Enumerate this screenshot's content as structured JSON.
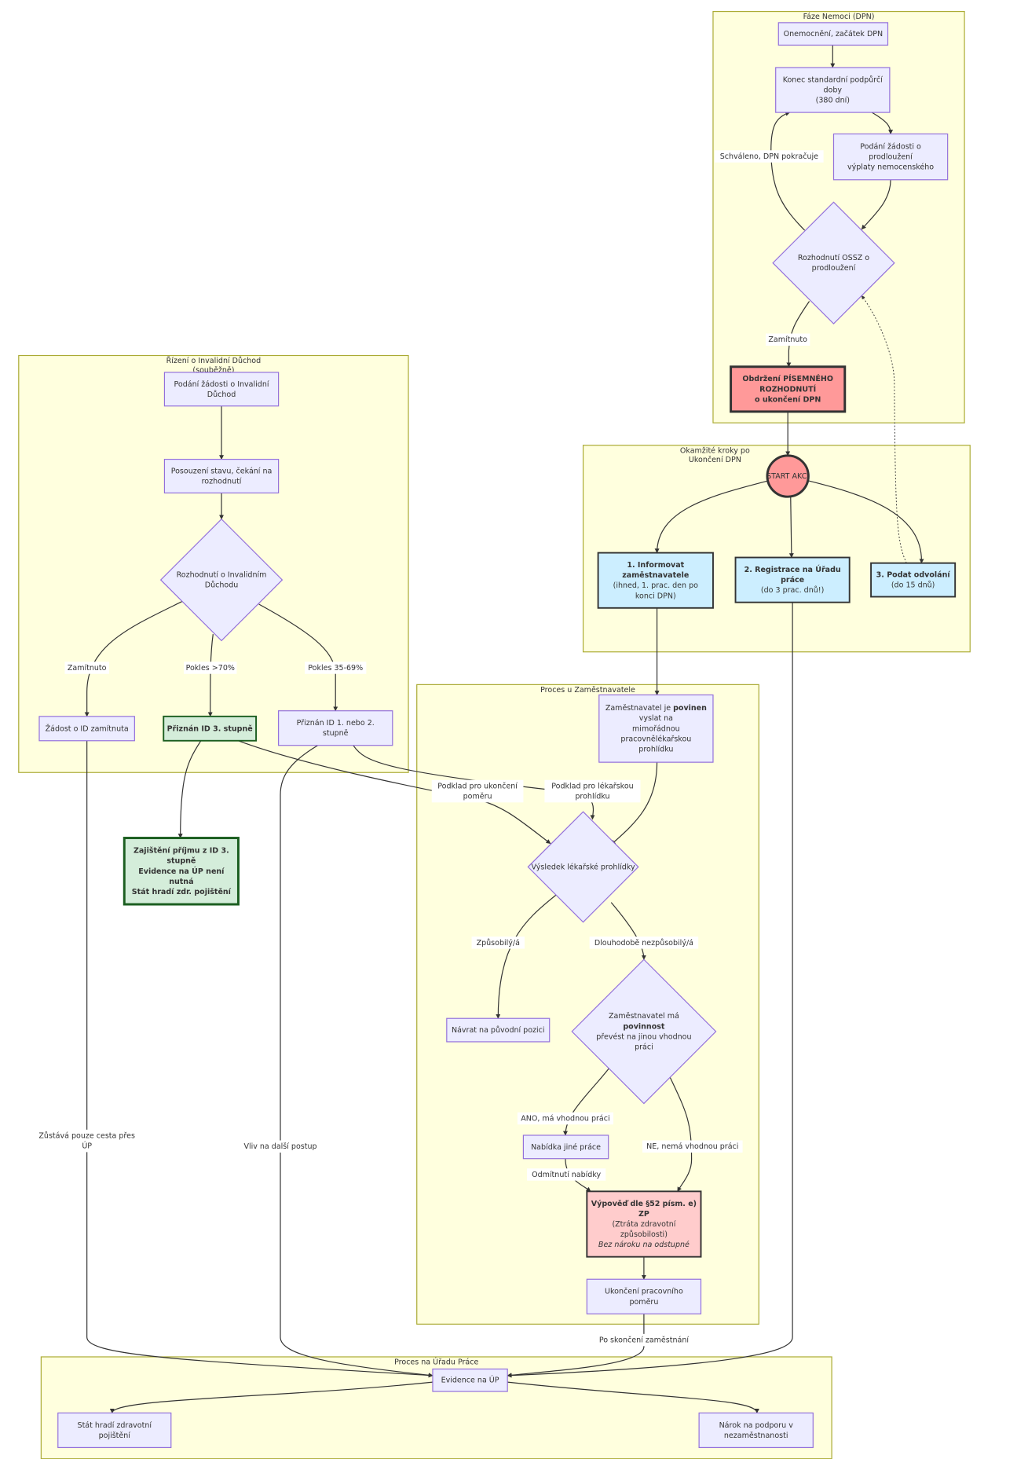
{
  "clusters": {
    "dpn": {
      "title": [
        "Fáze Nemoci (DPN)"
      ]
    },
    "steps": {
      "title": [
        "Okamžité kroky po",
        "Ukončení DPN"
      ]
    },
    "invalid": {
      "title": [
        "Řízení o Invalidní Důchod",
        "(souběžně)"
      ]
    },
    "employer": {
      "title": [
        "Proces u Zaměstnavatele"
      ]
    },
    "office": {
      "title": [
        "Proces na Úřadu Práce"
      ]
    }
  },
  "nodes": {
    "onset": {
      "lines": [
        "Onemocnění, začátek DPN"
      ]
    },
    "end_period": {
      "lines": [
        "Konec standardní podpůrčí",
        "doby",
        "(380 dní)"
      ]
    },
    "extension_request": {
      "lines": [
        "Podání žádosti o",
        "prodloužení",
        "výplaty nemocenského"
      ]
    },
    "ossz_decision": {
      "lines": [
        "Rozhodnutí OSSZ o",
        "prodloužení"
      ]
    },
    "written_decision": {
      "lines": [
        {
          "text": "Obdržení PÍSEMNÉHO",
          "style": "b"
        },
        {
          "text": "ROZHODNUTÍ",
          "style": "b"
        },
        {
          "text": "o ukončení DPN",
          "style": "b"
        }
      ]
    },
    "start": {
      "lines": [
        "START AKCÍ"
      ]
    },
    "step1": {
      "lines": [
        {
          "text": "1. Informovat",
          "style": "b"
        },
        {
          "text": "zaměstnavatele",
          "style": "b"
        },
        "(ihned, 1. prac. den po",
        "konci DPN)"
      ]
    },
    "step2": {
      "lines": [
        {
          "text": "2. Registrace na Úřadu",
          "style": "b"
        },
        {
          "text": "práce",
          "style": "b"
        },
        "(do 3 prac. dnů!)"
      ]
    },
    "step3": {
      "lines": [
        {
          "text": "3. Podat odvolání",
          "style": "b"
        },
        "(do 15 dnů)"
      ]
    },
    "id_apply": {
      "lines": [
        "Podání žádosti o Invalidní",
        "Důchod"
      ]
    },
    "id_assess": {
      "lines": [
        "Posouzení stavu, čekání na",
        "rozhodnutí"
      ]
    },
    "id_decision": {
      "lines": [
        "Rozhodnutí o Invalidním",
        "Důchodu"
      ]
    },
    "id_rejected": {
      "lines": [
        "Žádost o ID zamítnuta"
      ]
    },
    "id3": {
      "lines": [
        {
          "text": "Přiznán ID 3. stupně",
          "style": "b"
        }
      ]
    },
    "id12": {
      "lines": [
        "Přiznán ID 1. nebo 2.",
        "stupně"
      ]
    },
    "id3_income": {
      "lines": [
        {
          "text": "Zajištění příjmu z ID 3.",
          "style": "b"
        },
        {
          "text": "stupně",
          "style": "b"
        },
        {
          "text": "Evidence na ÚP není",
          "style": "b"
        },
        {
          "text": "nutná",
          "style": "b"
        },
        {
          "text": "Stát hradí zdr. pojištění",
          "style": "b"
        }
      ]
    },
    "employer_duty": {
      "lines": [
        [
          {
            "text": "Zaměstnavatel je "
          },
          {
            "text": "povinen",
            "style": "b"
          }
        ],
        "vyslat na",
        "mimořádnou",
        "pracovnělékařskou",
        "prohlídku"
      ]
    },
    "exam_result": {
      "lines": [
        "Výsledek lékařské prohlídky"
      ]
    },
    "return_position": {
      "lines": [
        "Návrat na původní pozici"
      ]
    },
    "transfer_duty": {
      "lines": [
        "Zaměstnavatel má",
        {
          "text": "povinnost",
          "style": "b"
        },
        "převést na jinou vhodnou",
        "práci"
      ]
    },
    "other_job": {
      "lines": [
        "Nabídka jiné práce"
      ]
    },
    "dismissal": {
      "lines": [
        {
          "text": "Výpověď dle §52 písm. e)",
          "style": "b"
        },
        {
          "text": "ZP",
          "style": "b"
        },
        "(Ztráta zdravotní",
        "způsobilosti)",
        {
          "text": "Bez nároku na odstupné",
          "style": "i"
        }
      ]
    },
    "termination": {
      "lines": [
        "Ukončení pracovního",
        "poměru"
      ]
    },
    "registration": {
      "lines": [
        "Evidence na ÚP"
      ]
    },
    "state_insurance": {
      "lines": [
        "Stát hradí zdravotní",
        "pojištění"
      ]
    },
    "benefit": {
      "lines": [
        "Nárok na podporu v",
        "nezaměstnanosti"
      ]
    }
  },
  "edges": {
    "approved": [
      "Schváleno, DPN pokračuje"
    ],
    "rejected_ext": [
      "Zamítnuto"
    ],
    "id_rejected": [
      "Zamítnuto"
    ],
    "id_over70": [
      "Pokles >70%"
    ],
    "id_35_69": [
      "Pokles 35-69%"
    ],
    "only_up": [
      "Zůstává pouze cesta přes",
      "ÚP"
    ],
    "basis_termination": [
      "Podklad pro ukončení",
      "poměru"
    ],
    "basis_exam": [
      "Podklad pro lékařskou",
      "prohlídku"
    ],
    "influence": [
      "Vliv na další postup"
    ],
    "fit": [
      "Způsobilý/á"
    ],
    "unfit": [
      "Dlouhodobě nezpůsobilý/á"
    ],
    "yes_job": [
      "ANO, má vhodnou práci"
    ],
    "no_job": [
      "NE, nemá vhodnou práci"
    ],
    "refused": [
      "Odmítnutí nabídky"
    ],
    "after_employment": [
      "Po skončení zaměstnání"
    ]
  },
  "colors": {
    "node_fill": "#ececff",
    "node_stroke": "#9370db",
    "cluster_fill": "#ffffde",
    "cluster_stroke": "#aaaa33",
    "critical": "#ff9999",
    "action": "#cceeff",
    "positive": "#d4edda",
    "dismissal": "#ffcccc"
  }
}
